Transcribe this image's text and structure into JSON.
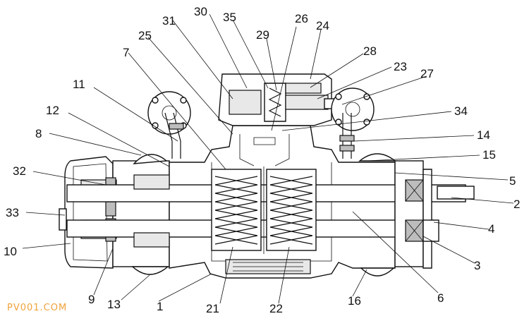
{
  "diagram": {
    "callouts": [
      "1",
      "2",
      "3",
      "4",
      "5",
      "6",
      "7",
      "8",
      "9",
      "10",
      "11",
      "12",
      "13",
      "14",
      "15",
      "16",
      "21",
      "22",
      "23",
      "24",
      "25",
      "26",
      "27",
      "28",
      "29",
      "30",
      "31",
      "32",
      "33",
      "34",
      "35"
    ]
  },
  "watermark": {
    "text": "PV001.COM",
    "color": "#f0a23a"
  }
}
